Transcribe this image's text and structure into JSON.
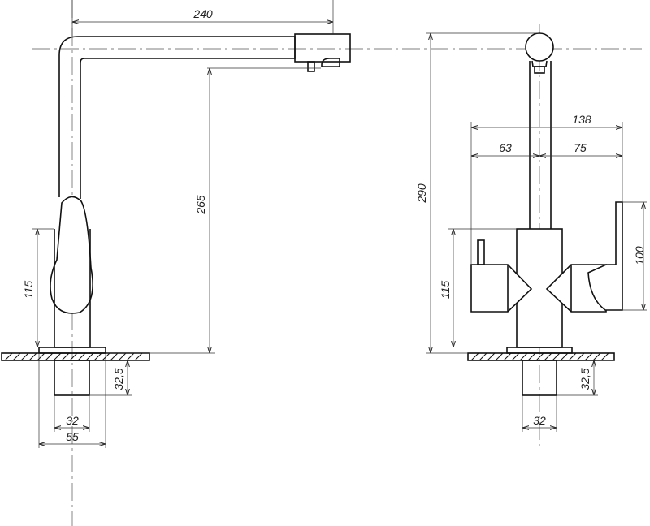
{
  "dimensions": {
    "spout_reach": "240",
    "spout_height": "265",
    "body_height_left": "115",
    "shank_length_left": "32,5",
    "shank_diameter_left": "32",
    "base_diameter_left": "55",
    "total_height": "290",
    "total_width": "138",
    "left_width": "63",
    "right_width": "75",
    "handle_height": "100",
    "body_height_right": "115",
    "shank_length_right": "32,5",
    "shank_diameter_right": "32"
  }
}
